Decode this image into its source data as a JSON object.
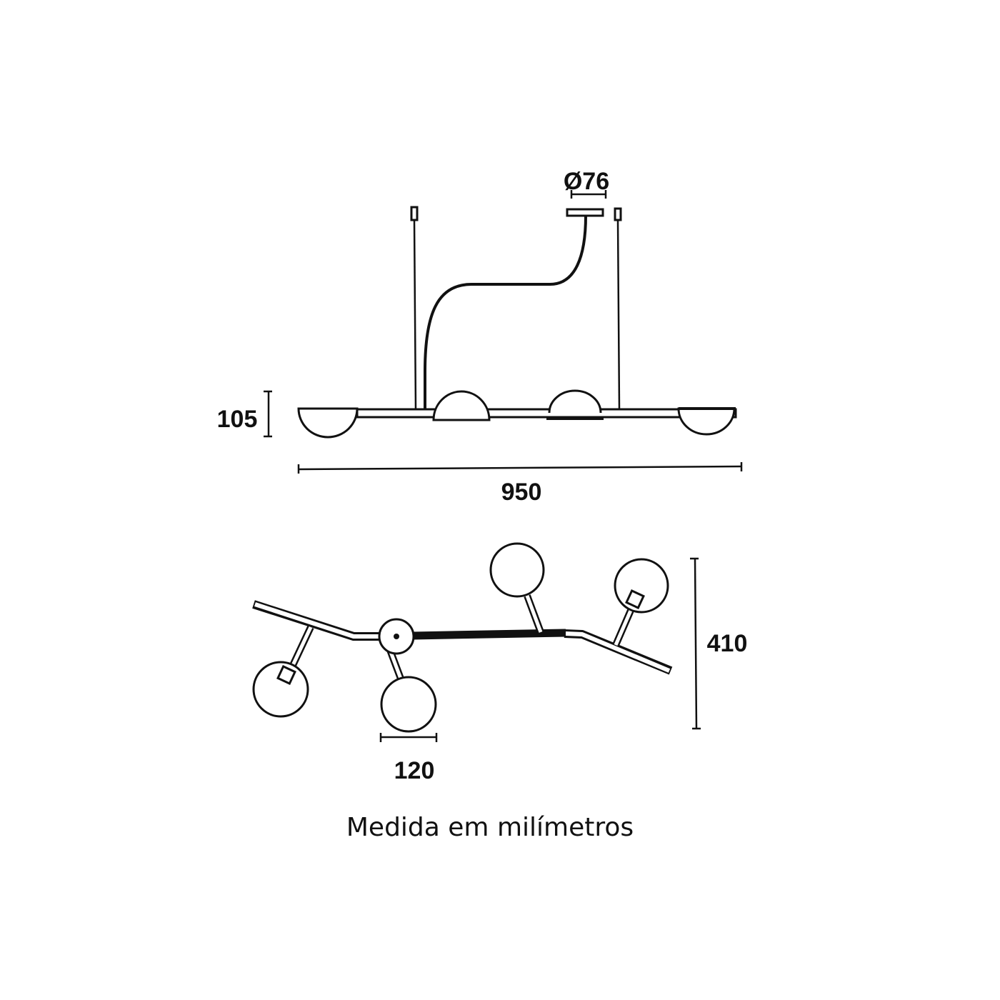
{
  "drawing": {
    "canopy_diameter_label": "Ø76",
    "height_label": "105",
    "width_label": "950",
    "depth_label": "410",
    "globe_diameter_label": "120",
    "caption": "Medida em milímetros"
  },
  "colors": {
    "line": "#111111",
    "background": "#ffffff"
  }
}
